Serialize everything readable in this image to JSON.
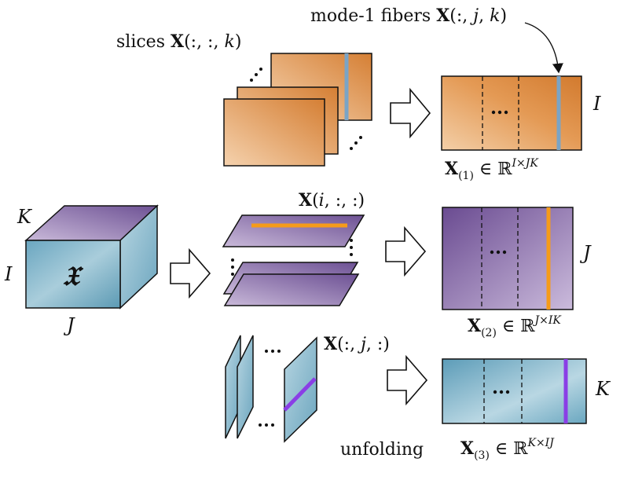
{
  "labels": {
    "mode1_fibers": "mode-1 fibers X(:, j, k)",
    "slices": "slices X(:, :, k)",
    "unfold1": "X(1) ∈ ℝI×JK",
    "dim_I_top": "I",
    "tensor_K": "K",
    "tensor_I": "I",
    "tensor_J": "J",
    "tensor_symbol": "𝔛",
    "horiz_slices": "X(i, :, :)",
    "unfold2": "X(2) ∈ ℝJ×IK",
    "dim_J": "J",
    "lateral_slices": "X(:, j, :)",
    "dim_K": "K",
    "unfolding": "unfolding",
    "unfold3": "X(3) ∈ ℝK×IJ",
    "dots": "..."
  },
  "colors": {
    "orange_light": "#f2c9a0",
    "orange_dark": "#d9823a",
    "purple_light": "#c6b6d6",
    "purple_dark": "#6c4f92",
    "blue_light": "#c4dde7",
    "blue_dark": "#5b9ab5",
    "fiber_blue": "#7aa4c6",
    "fiber_orange": "#f59b1a",
    "fiber_purple": "#8a3ee6"
  }
}
